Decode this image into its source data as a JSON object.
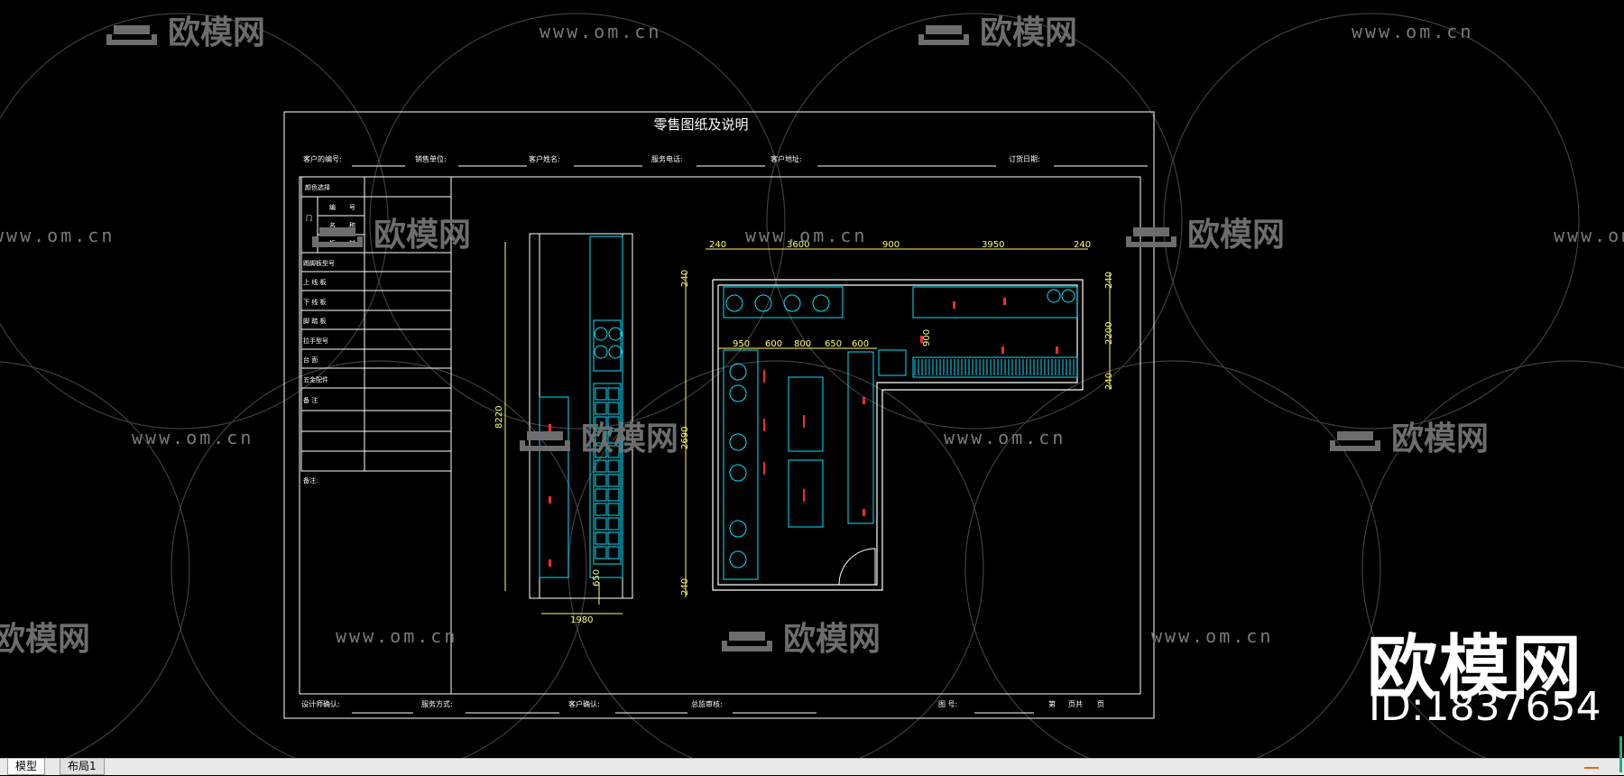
{
  "watermark": {
    "url": "www.om.cn",
    "brand": "欧模网",
    "big_brand": "欧模网",
    "id_text": "ID:1837654"
  },
  "tabs": {
    "model": "模型",
    "layout": "布局1"
  },
  "sheet": {
    "title": "零售图纸及说明",
    "header_fields": [
      "客户的编号:",
      "销售单位:",
      "客户姓名:",
      "服务电话:",
      "客户地址:",
      "订货日期:"
    ],
    "footer_fields": [
      "设计师确认:",
      "服务方式:",
      "客户确认:",
      "总监审核:",
      "图  号:",
      "第",
      "页共",
      "页"
    ],
    "left_table": [
      "颜色选择",
      "门",
      "编",
      "号",
      "名",
      "称",
      "板",
      "材",
      "踢脚板型号",
      "上 线 板",
      "下 线 板",
      "脚 踏 板",
      "拉手型号",
      "台   面",
      "五金配件",
      "备   注"
    ],
    "notes_label": "备注:"
  },
  "dimensions": {
    "elev_total": "8220",
    "elev_bottom": "650",
    "elev_width": "1980",
    "top": [
      "240",
      "3600",
      "900",
      "3950",
      "240"
    ],
    "left": [
      "240",
      "2690",
      "240"
    ],
    "right": [
      "240",
      "2200",
      "240"
    ],
    "row": [
      "950",
      "600",
      "800",
      "650",
      "600"
    ],
    "inner": "900"
  },
  "colors": {
    "line": "#ffffff",
    "cad_cyan": "#00e5ff",
    "cad_yellow": "#ffff66",
    "cad_red": "#ff2a2a",
    "watermark": "#707070"
  }
}
